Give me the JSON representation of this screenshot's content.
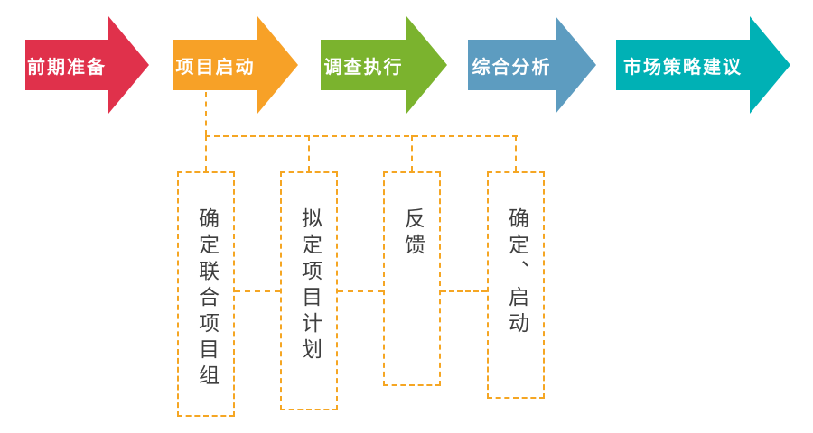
{
  "diagram": {
    "flow_steps": [
      {
        "label": "前期准备",
        "color": "#e0314b"
      },
      {
        "label": "项目启动",
        "color": "#f7a127"
      },
      {
        "label": "调查执行",
        "color": "#7bb32e"
      },
      {
        "label": "综合分析",
        "color": "#5d9cc0"
      },
      {
        "label": "市场策略建议",
        "color": "#00b1b5"
      }
    ],
    "sub_steps": [
      {
        "label": "确定联合项目组"
      },
      {
        "label": "拟定项目计划"
      },
      {
        "label": "反馈"
      },
      {
        "label": "确定、启动"
      }
    ],
    "colors": {
      "connector": "#f5a623",
      "arrow_text": "#ffffff",
      "box_text": "#3f3f3f",
      "background": "#ffffff"
    }
  }
}
